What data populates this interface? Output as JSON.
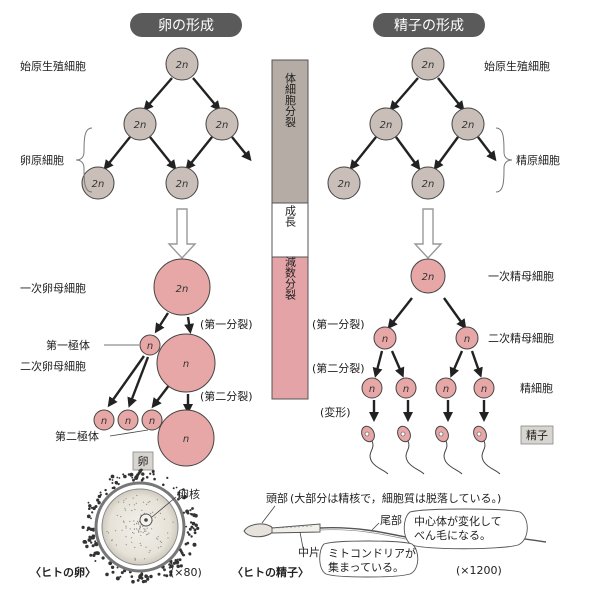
{
  "egg_section": {
    "title": "卵の形成",
    "labels": {
      "primordial": "始原生殖細胞",
      "oogonia": "卵原細胞",
      "primary_oocyte": "一次卵母細胞",
      "first_polar_body": "第一極体",
      "secondary_oocyte": "二次卵母細胞",
      "second_polar_body": "第二極体",
      "egg": "卵",
      "first_division": "(第一分裂)",
      "second_division": "(第二分裂)"
    },
    "cells": {
      "diploid": "2n",
      "haploid": "n"
    }
  },
  "sperm_section": {
    "title": "精子の形成",
    "labels": {
      "primordial": "始原生殖細胞",
      "spermatogonia": "精原細胞",
      "primary_spermatocyte": "一次精母細胞",
      "secondary_spermatocyte": "二次精母細胞",
      "spermatid": "精細胞",
      "sperm": "精子",
      "first_division": "(第一分裂)",
      "second_division": "(第二分裂)",
      "transformation": "(変形)"
    }
  },
  "phase_bar": {
    "somatic_division": "体細胞分裂",
    "growth": "成長",
    "meiosis": "減数分裂"
  },
  "human_egg": {
    "caption": "〈ヒトの卵〉",
    "magnification": "(×80)",
    "nucleus_label": "卵核"
  },
  "human_sperm": {
    "caption": "〈ヒトの精子〉",
    "magnification": "(×1200)",
    "head_label": "頭部",
    "head_note": "(大部分は精核で，細胞質は脱落している。)",
    "tail_label": "尾部",
    "tail_note": "中心体が変化して\nべん毛になる。",
    "midpiece_label": "中片",
    "midpiece_note": "ミトコンドリアが\n集まっている。"
  },
  "colors": {
    "gray_cell": "#c9bfb8",
    "pink_cell": "#e8a7a7",
    "bar_gray": "#b5aca5",
    "bar_pink": "#e4a3a7",
    "title_bg": "#5a5a5a"
  }
}
